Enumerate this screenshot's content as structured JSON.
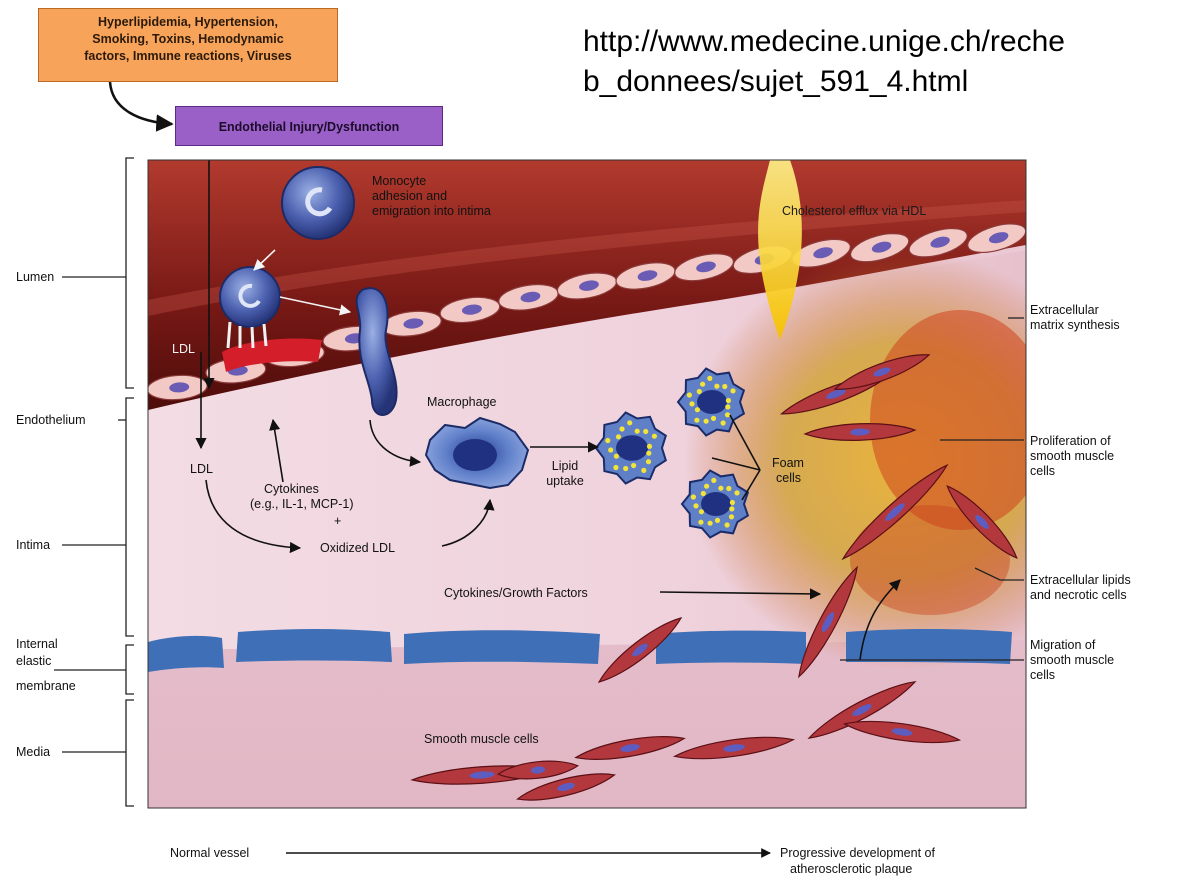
{
  "causes": {
    "lines": [
      "Hyperlipidemia, Hypertension,",
      "Smoking, Toxins, Hemodynamic",
      "factors, Immune reactions, Viruses"
    ]
  },
  "injury_label": "Endothelial Injury/Dysfunction",
  "url": {
    "line1": "http://www.medecine.unige.ch/reche",
    "line2": "b_donnees/sujet_591_4.html"
  },
  "layers": {
    "lumen": "Lumen",
    "endothelium": "Endothelium",
    "intima": "Intima",
    "iem_line1": "Internal",
    "iem_line2": "elastic",
    "iem_line3": "membrane",
    "media": "Media"
  },
  "inside": {
    "monocyte_line1": "Monocyte",
    "monocyte_line2": "adhesion and",
    "monocyte_line3": "emigration into intima",
    "cholesterol_efflux": "Cholesterol efflux via HDL",
    "ldl_top": "LDL",
    "ldl_mid": "LDL",
    "macrophage": "Macrophage",
    "cytokines_line1": "Cytokines",
    "cytokines_line2": "(e.g., IL-1, MCP-1)",
    "plus": "+",
    "oxidized_ldl": "Oxidized LDL",
    "lipid_line1": "Lipid",
    "lipid_line2": "uptake",
    "foam_line1": "Foam",
    "foam_line2": "cells",
    "cytokines_growth": "Cytokines/Growth Factors",
    "smooth_muscle_cells": "Smooth muscle cells"
  },
  "right": {
    "ecm_line1": "Extracellular",
    "ecm_line2": "matrix synthesis",
    "prolif_line1": "Proliferation of",
    "prolif_line2": "smooth muscle",
    "prolif_line3": "cells",
    "lipids_line1": "Extracellular lipids",
    "lipids_line2": "and necrotic cells",
    "migration_line1": "Migration of",
    "migration_line2": "smooth muscle",
    "migration_line3": "cells"
  },
  "bottom": {
    "normal_vessel": "Normal vessel",
    "progressive_line1": "Progressive development of",
    "progressive_line2": "atherosclerotic plaque"
  }
}
